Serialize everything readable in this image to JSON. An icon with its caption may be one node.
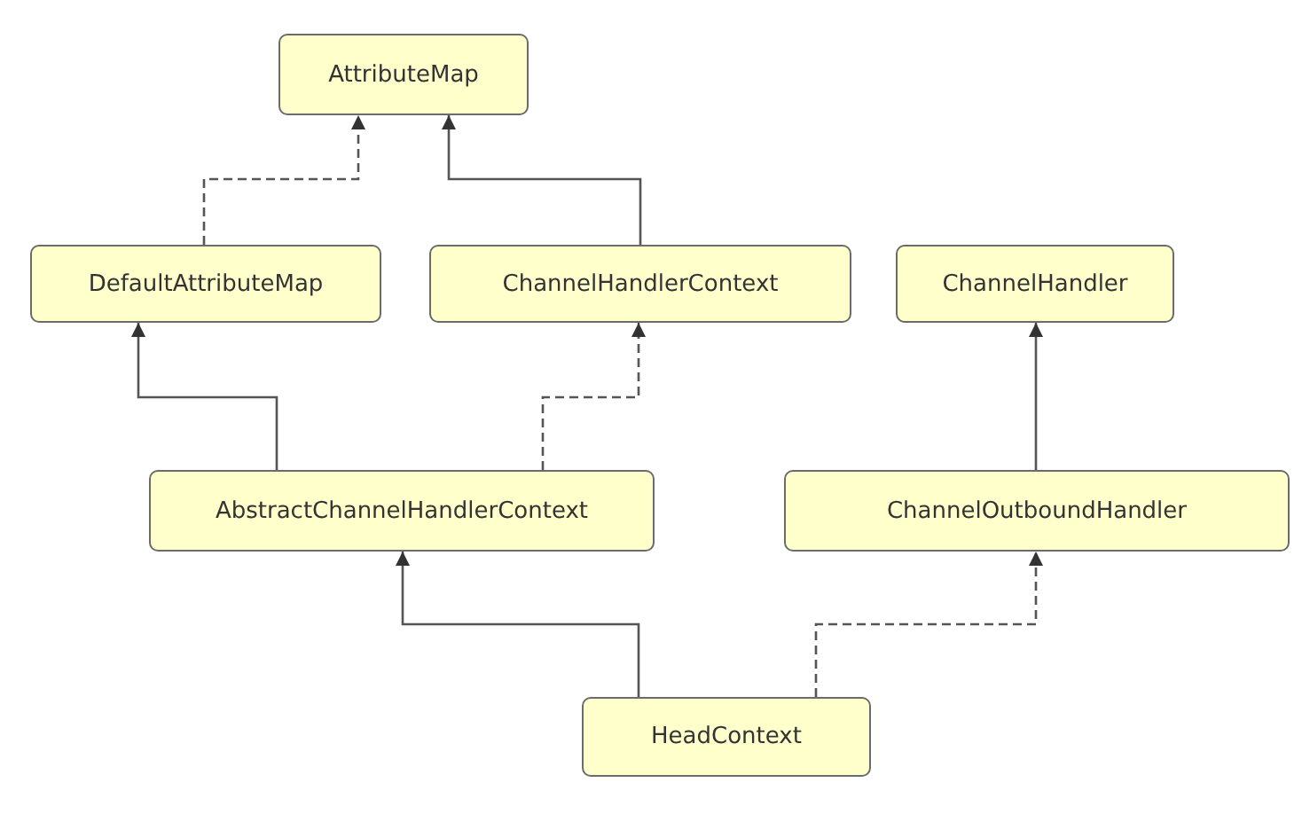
{
  "diagram": {
    "nodes": [
      {
        "text": [
          "AttributeMap"
        ]
      },
      {
        "text": [
          "DefaultAttributeMap"
        ]
      },
      {
        "text": [
          "ChannelHandlerContext"
        ]
      },
      {
        "text": [
          "ChannelHandler"
        ]
      },
      {
        "text": [
          "AbstractChannelHandlerContext"
        ]
      },
      {
        "text": [
          "ChannelOutboundHandler"
        ]
      },
      {
        "text": [
          "HeadContext"
        ]
      }
    ],
    "edges": [
      {
        "from": 1,
        "to": 0,
        "arrow": "to",
        "style": "dashed"
      },
      {
        "from": 2,
        "to": 0,
        "arrow": "to"
      },
      {
        "from": 4,
        "to": 1,
        "arrow": "to"
      },
      {
        "from": 4,
        "to": 2,
        "arrow": "to",
        "style": "dashed"
      },
      {
        "from": 5,
        "to": 3,
        "arrow": "to"
      },
      {
        "from": 6,
        "to": 4,
        "arrow": "to"
      },
      {
        "from": 6,
        "to": 5,
        "arrow": "to",
        "style": "dashed"
      }
    ]
  }
}
